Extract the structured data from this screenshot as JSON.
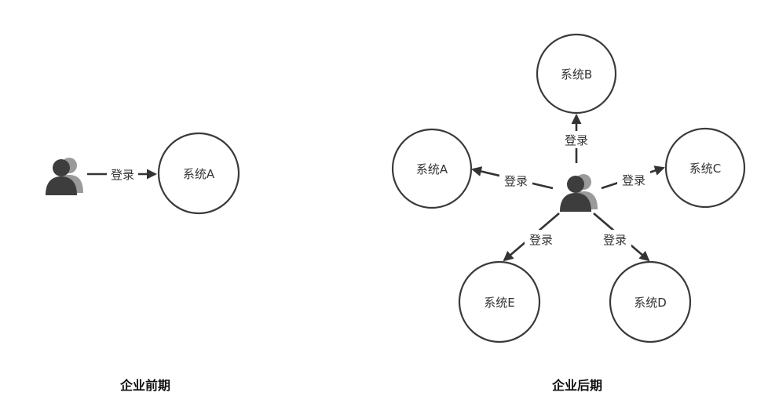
{
  "left_panel": {
    "caption": "企业前期",
    "login_label": "登录",
    "system_a": "系统A"
  },
  "right_panel": {
    "caption": "企业后期",
    "systems": {
      "a": "系统A",
      "b": "系统B",
      "c": "系统C",
      "d": "系统D",
      "e": "系统E"
    },
    "login_labels": {
      "to_a": "登录",
      "to_b": "登录",
      "to_c": "登录",
      "to_d": "登录",
      "to_e": "登录"
    }
  },
  "icons": {
    "left_user": "users-icon",
    "right_user": "users-icon"
  },
  "colors": {
    "stroke": "#3a3a3a",
    "user_front": "#3d3d3d",
    "user_back": "#9a9a9a"
  }
}
